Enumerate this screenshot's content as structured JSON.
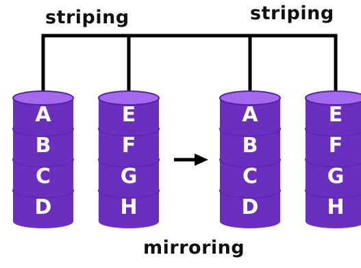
{
  "labels": {
    "left_striping": "striping",
    "right_striping": "striping",
    "mirroring": "mirroring"
  },
  "colors": {
    "disk_body": "#6b2fc0",
    "disk_top": "#a36af0",
    "disk_rim": "#5a1fa8",
    "wire": "#000000",
    "letter": "#ffffff"
  },
  "stacks": [
    {
      "letters": [
        "A",
        "B",
        "C",
        "D"
      ]
    },
    {
      "letters": [
        "E",
        "F",
        "G",
        "H"
      ]
    },
    {
      "letters": [
        "A",
        "B",
        "C",
        "D"
      ]
    },
    {
      "letters": [
        "E",
        "F",
        "G",
        "H"
      ]
    }
  ]
}
